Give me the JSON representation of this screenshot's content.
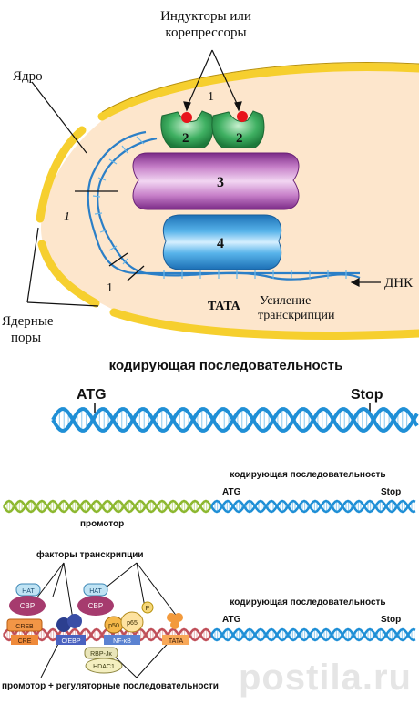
{
  "panel1": {
    "inductors": [
      "Индукторы или",
      "корепрессоры"
    ],
    "nucleus": "Ядро",
    "pores": [
      "Ядерные",
      "поры"
    ],
    "dna": "ДНК",
    "tata": "TATA",
    "enhance": [
      "Усиление",
      "транскрипции"
    ],
    "num1a": "1",
    "num1b": "1",
    "num1c": "1",
    "num2a": "2",
    "num2b": "2",
    "num3": "3",
    "num4": "4"
  },
  "panel2": {
    "title": "кодирующая последовательность",
    "atg": "ATG",
    "stop": "Stop"
  },
  "panel3": {
    "title": "кодирующая последовательность",
    "atg": "ATG",
    "stop": "Stop",
    "promoter": "промотор"
  },
  "panel4": {
    "title": "кодирующая последовательность",
    "atg": "ATG",
    "stop": "Stop",
    "factors": "факторы транскрипции",
    "bottom": "промотор + регуляторные последовательности",
    "hat1": "HAT",
    "hat2": "HAT",
    "cbp1": "CBP",
    "cbp2": "CBP",
    "creb": "CREB",
    "cre": "CRE",
    "cebp": "C/EBP",
    "p50": "p50",
    "p65": "p65",
    "p": "P",
    "nfkb": "NF-κB",
    "rbpjk": "RBP-Jκ",
    "hdac1": "HDAC1",
    "tata": "TATA"
  },
  "watermark": "postila.ru",
  "colors": {
    "dna_blue": "#1f8fd6",
    "dna_green": "#8db830",
    "nucleus_fill": "#fde6cc",
    "envelope": "#f6cf2e"
  }
}
